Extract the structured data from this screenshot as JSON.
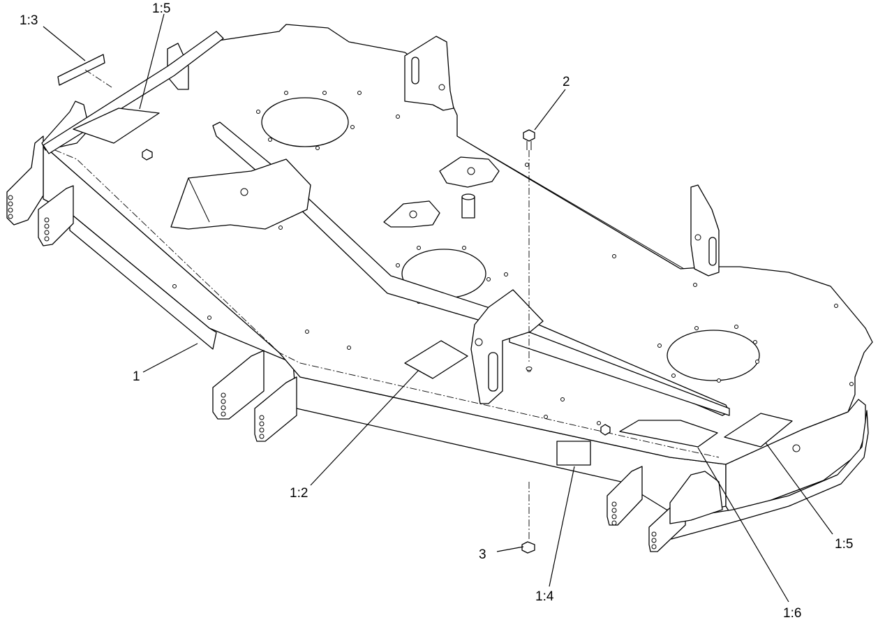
{
  "callouts": {
    "c1": "1",
    "c1_2": "1:2",
    "c1_3": "1:3",
    "c1_4": "1:4",
    "c1_5_top": "1:5",
    "c1_5_right": "1:5",
    "c1_6": "1:6",
    "c2": "2",
    "c3": "3"
  }
}
